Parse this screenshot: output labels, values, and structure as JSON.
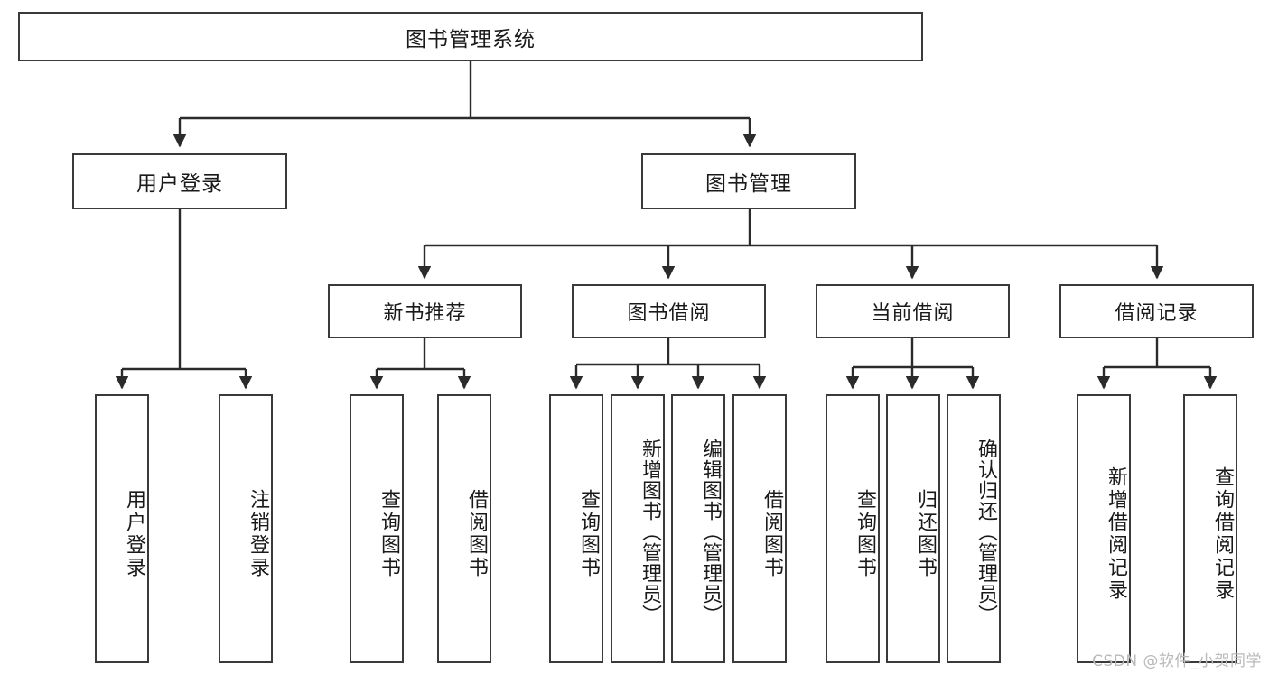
{
  "diagram": {
    "title": "图书管理系统",
    "type": "tree-hierarchy-diagram",
    "colors": {
      "box_border": "#3a3a3a",
      "box_fill": "#ffffff",
      "edge": "#2b2b2b",
      "text": "#1a1a1a",
      "watermark": "#b9b9b9"
    }
  },
  "root": {
    "label": "图书管理系统"
  },
  "level2": [
    {
      "label": "用户登录"
    },
    {
      "label": "图书管理"
    }
  ],
  "level3": [
    {
      "label": "新书推荐"
    },
    {
      "label": "图书借阅"
    },
    {
      "label": "当前借阅"
    },
    {
      "label": "借阅记录"
    }
  ],
  "leaves": {
    "user_login": [
      {
        "label": "用户登录"
      },
      {
        "label": "注销登录"
      }
    ],
    "new_book_recommend": [
      {
        "label": "查询图书"
      },
      {
        "label": "借阅图书"
      }
    ],
    "book_borrow": [
      {
        "label": "查询图书"
      },
      {
        "label": "新增图书（管理员）"
      },
      {
        "label": "编辑图书（管理员）"
      },
      {
        "label": "借阅图书"
      }
    ],
    "current_borrow": [
      {
        "label": "查询图书"
      },
      {
        "label": "归还图书"
      },
      {
        "label": "确认归还（管理员）"
      }
    ],
    "borrow_record": [
      {
        "label": "新增借阅记录"
      },
      {
        "label": "查询借阅记录"
      }
    ]
  },
  "watermark": {
    "text": "CSDN @软件_小贺同学"
  }
}
